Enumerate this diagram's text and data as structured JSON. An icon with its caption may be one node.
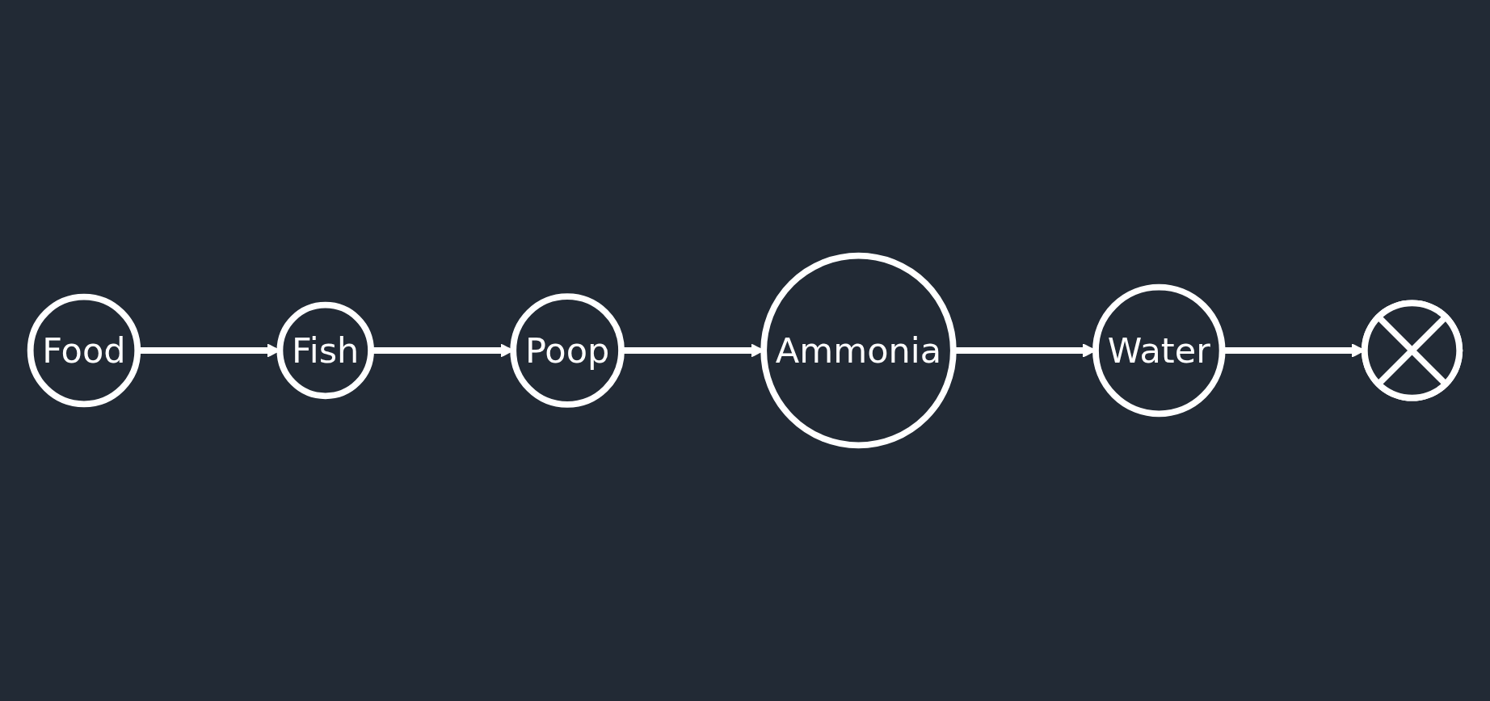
{
  "diagram": {
    "nodes": [
      {
        "text": [
          "Food"
        ]
      },
      {
        "text": [
          "Fish"
        ]
      },
      {
        "text": [
          "Poop"
        ]
      },
      {
        "text": [
          "Ammonia"
        ]
      },
      {
        "text": [
          "Water"
        ]
      },
      {
        "text": [],
        "shape": "cross"
      }
    ],
    "edges": [
      {
        "from": 0,
        "to": 1,
        "arrow": "to"
      },
      {
        "from": 1,
        "to": 2,
        "arrow": "to"
      },
      {
        "from": 2,
        "to": 3,
        "arrow": "to"
      },
      {
        "from": 3,
        "to": 4,
        "arrow": "to"
      },
      {
        "from": 4,
        "to": 5,
        "arrow": "to"
      }
    ]
  }
}
